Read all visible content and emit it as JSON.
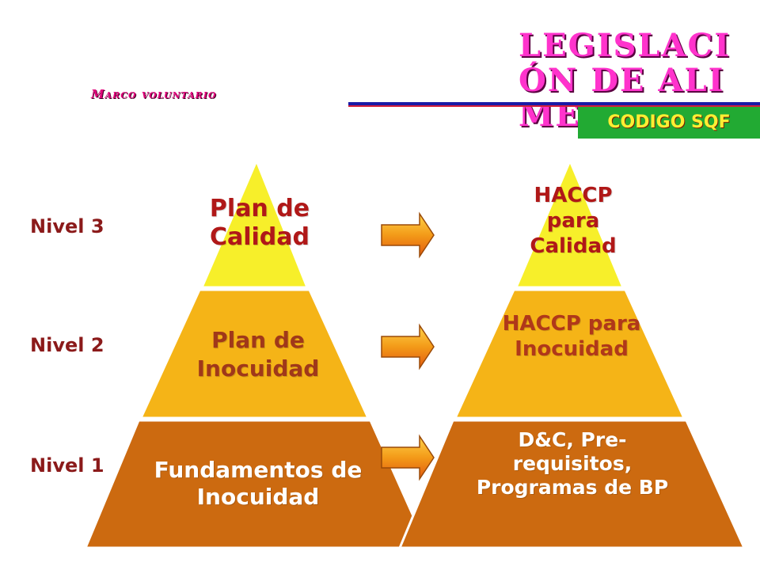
{
  "header": {
    "title": "LEGISLACIÓN DE ALIMENTOS",
    "subtitle": "Marco voluntario",
    "badge": "CODIGO SQF"
  },
  "levels": [
    "Nivel 3",
    "Nivel 2",
    "Nivel 1"
  ],
  "left_pyramid": {
    "top": "Plan de Calidad",
    "middle": "Plan de Inocuidad",
    "bottom": "Fundamentos de Inocuidad"
  },
  "right_pyramid": {
    "top": "HACCP para Calidad",
    "middle": "HACCP para Inocuidad",
    "bottom": "D&C, Pre-requisitos, Programas de BP"
  },
  "colors": {
    "tier_top": "#f7ef2a",
    "tier_middle": "#f5b417",
    "tier_bottom": "#cc6a10",
    "arrow": "#f39a18",
    "badge_bg": "#22aa33",
    "title": "#ff33cc"
  }
}
